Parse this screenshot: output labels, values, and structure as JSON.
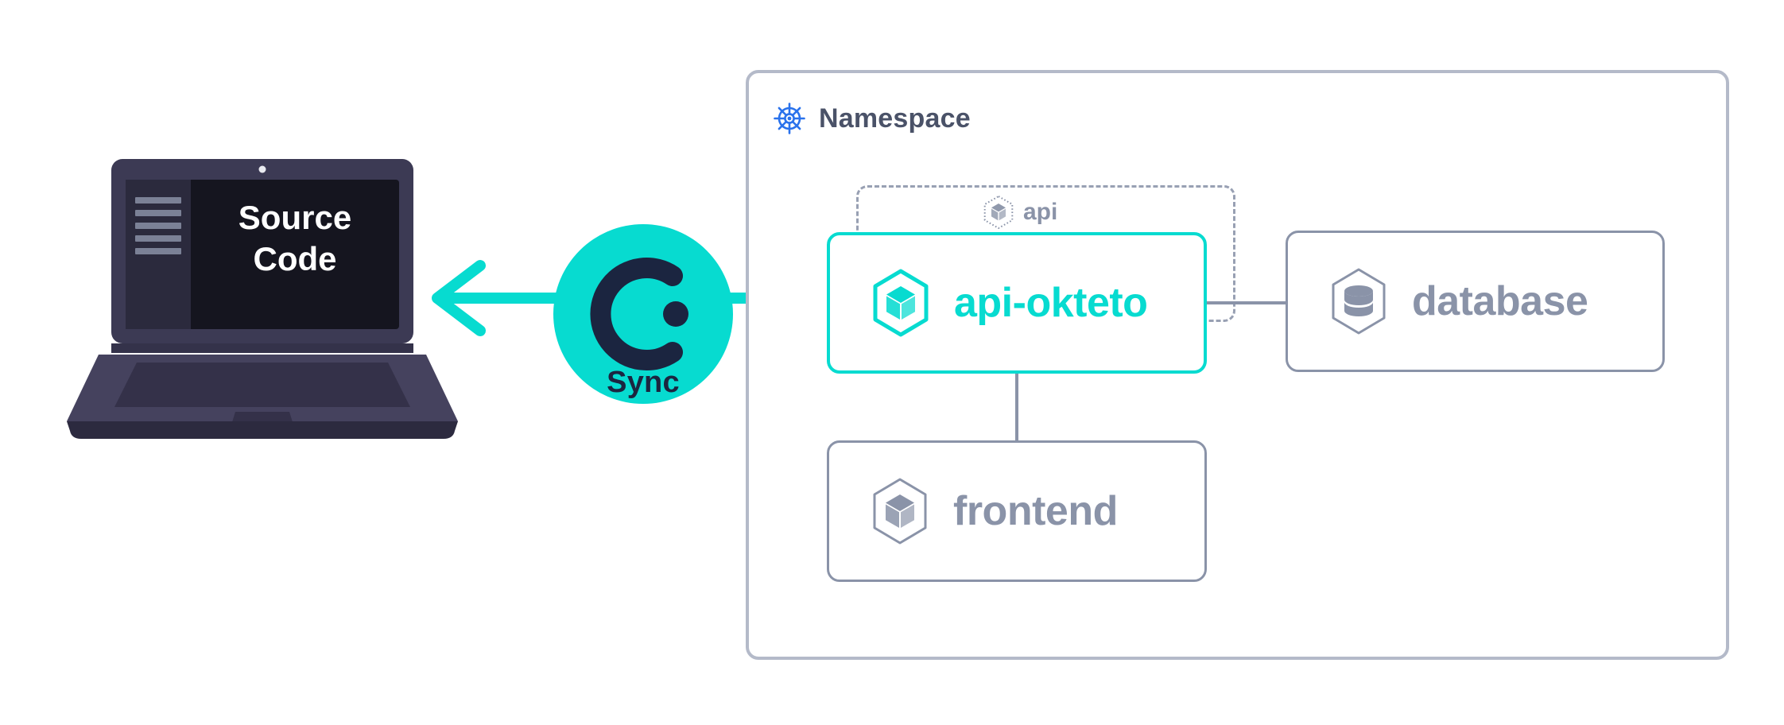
{
  "diagram": {
    "title": "Okteto development environment sync diagram",
    "colors": {
      "teal": "#07DBD0",
      "navy": "#1B2540",
      "gray_border": "#8A93A8",
      "namespace_border": "#B4BAC9",
      "kubernetes_blue": "#2A72EC",
      "laptop_frame": "#3C3A54",
      "laptop_screen": "#15151F"
    },
    "background": "#FFFFFF"
  },
  "laptop": {
    "icon": "laptop-icon",
    "screen_title_line1": "Source",
    "screen_title_line2": "Code",
    "sidebar_lines": 5
  },
  "sync": {
    "label": "Sync",
    "logo_icon": "okteto-c-logo-icon",
    "arrow_left_icon": "arrow-left-icon",
    "arrow_right_icon": "arrow-right-icon"
  },
  "namespace": {
    "title": "Namespace",
    "icon": "kubernetes-helm-icon"
  },
  "api_group": {
    "label": "api",
    "icon": "cube-hexagon-dotted-icon",
    "style": "dashed"
  },
  "services": [
    {
      "id": "api-okteto",
      "name": "api-okteto",
      "icon": "cube-hexagon-icon",
      "state": "active",
      "accent": "#07DBD0"
    },
    {
      "id": "database",
      "name": "database",
      "icon": "database-hexagon-icon",
      "state": "idle",
      "accent": "#8A93A8"
    },
    {
      "id": "frontend",
      "name": "frontend",
      "icon": "cube-hexagon-icon",
      "state": "idle",
      "accent": "#8A93A8"
    }
  ],
  "connectors": [
    {
      "from": "api-okteto",
      "to": "database",
      "orientation": "horizontal"
    },
    {
      "from": "api-okteto",
      "to": "frontend",
      "orientation": "vertical"
    }
  ]
}
